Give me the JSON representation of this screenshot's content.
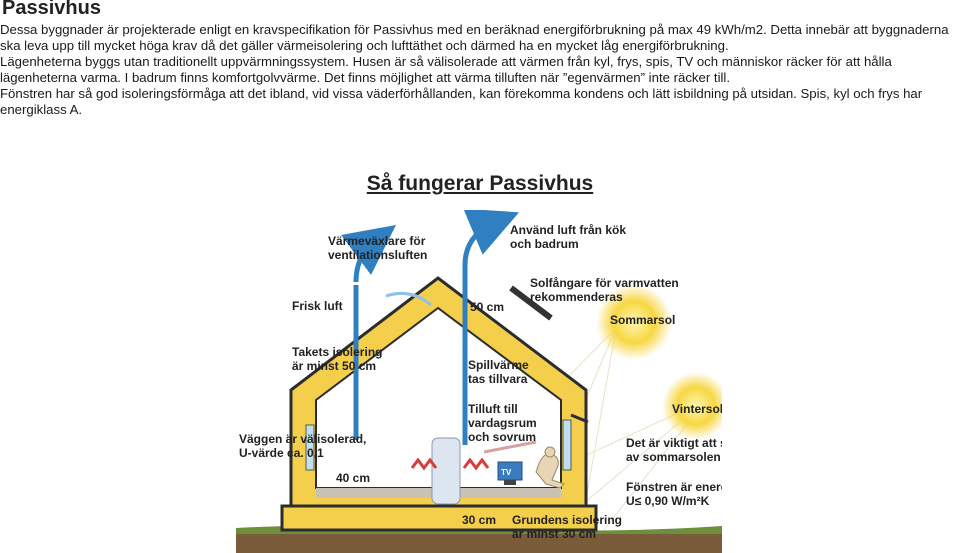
{
  "page": {
    "heading": "Passivhus",
    "paragraphs": [
      "Dessa byggnader är projekterade enligt en kravspecifikation för Passivhus med en beräknad energiförbrukning på max 49 kWh/m2. Detta innebär att byggnaderna ska leva upp till mycket höga krav då det gäller värmeisolering och lufttäthet och därmed ha en mycket låg energiförbrukning.",
      "Lägenheterna byggs utan traditionellt uppvärmningssystem. Husen är så välisolerade att värmen från kyl, frys, spis, TV och människor räcker för att hålla lägenheterna varma. I badrum finns komfortgolvvärme. Det finns möjlighet att värma tilluften när ”egenvärmen” inte räcker till.",
      "Fönstren har så god isoleringsförmåga att det ibland, vid vissa väderförhållanden, kan förekomma kondens och lätt isbildning på utsidan. Spis, kyl och frys har energiklass A."
    ],
    "figure_title": "Så fungerar Passivhus"
  },
  "diagram": {
    "labels": {
      "heat_exchanger_1": "Värmeväxlare för",
      "heat_exchanger_2": "ventilationsluften",
      "used_air_1": "Använd luft från kök",
      "used_air_2": "och badrum",
      "solar_1": "Solfångare för varmvatten",
      "solar_2": "rekommenderas",
      "fresh_air": "Frisk luft",
      "roof_cm": "50 cm",
      "summer_sun": "Sommarsol",
      "roof_insul_1": "Takets isolering",
      "roof_insul_2": "är minst 50 cm",
      "waste_heat_1": "Spillvärme",
      "waste_heat_2": "tas tillvara",
      "supply_1": "Tilluft till",
      "supply_2": "vardagsrum",
      "supply_3": "och sovrum",
      "winter_sun": "Vintersol",
      "wall_1": "Väggen är välisolerad,",
      "wall_2": "U-värde ca. 0,1",
      "shade_1": "Det är viktigt att skärma",
      "shade_2": "av sommarsolen",
      "wall_cm": "40 cm",
      "window_1": "Fönstren är energieffektiva",
      "window_2": "U≤ 0,90 W/m²K",
      "tv": "TV",
      "floor_cm": "30 cm",
      "ground_1": "Grundens isolering",
      "ground_2": "är minst 30 cm"
    },
    "colors": {
      "insulation": "#f3cf4b",
      "frame": "#2c2c2c",
      "ground": "#7a5c3a",
      "grass": "#6b8f3a",
      "sun": "#f7d744",
      "cold_air": "#2f7fc1",
      "warm_air": "#d93a3a"
    }
  }
}
